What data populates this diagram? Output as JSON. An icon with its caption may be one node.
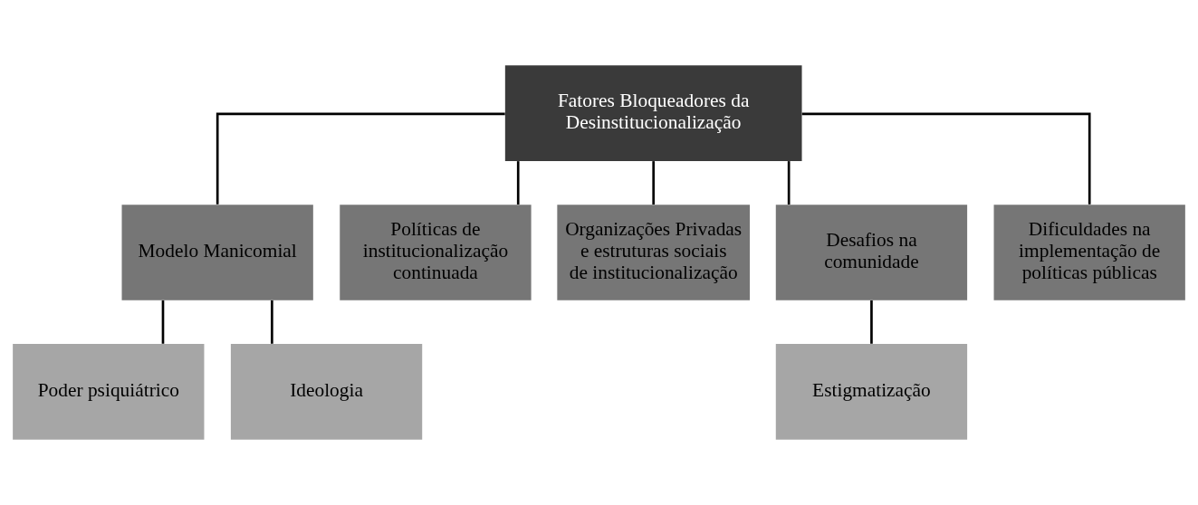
{
  "diagram": {
    "nodes": [
      {
        "text": [
          "Fatores Bloqueadores da Desinstitucionalização"
        ]
      },
      {
        "text": [
          "Modelo Manicomial"
        ]
      },
      {
        "text": [
          "Políticas de institucionalização continuada"
        ]
      },
      {
        "text": [
          "Organizações Privadas e estruturas sociais de institucionalização"
        ]
      },
      {
        "text": [
          "Desafios na comunidade"
        ]
      },
      {
        "text": [
          "Dificuldades na implementação de políticas públicas"
        ]
      },
      {
        "text": [
          "Poder psiquiátrico"
        ]
      },
      {
        "text": [
          "Ideologia"
        ]
      },
      {
        "text": [
          "Estigmatização"
        ]
      }
    ],
    "edges": [
      {
        "from": 0,
        "to": 1,
        "arrow": "none"
      },
      {
        "from": 0,
        "to": 2,
        "arrow": "none"
      },
      {
        "from": 0,
        "to": 3,
        "arrow": "none"
      },
      {
        "from": 0,
        "to": 4,
        "arrow": "none"
      },
      {
        "from": 0,
        "to": 5,
        "arrow": "none"
      },
      {
        "from": 1,
        "to": 6,
        "arrow": "none"
      },
      {
        "from": 1,
        "to": 7,
        "arrow": "none"
      },
      {
        "from": 4,
        "to": 8,
        "arrow": "none"
      }
    ]
  }
}
